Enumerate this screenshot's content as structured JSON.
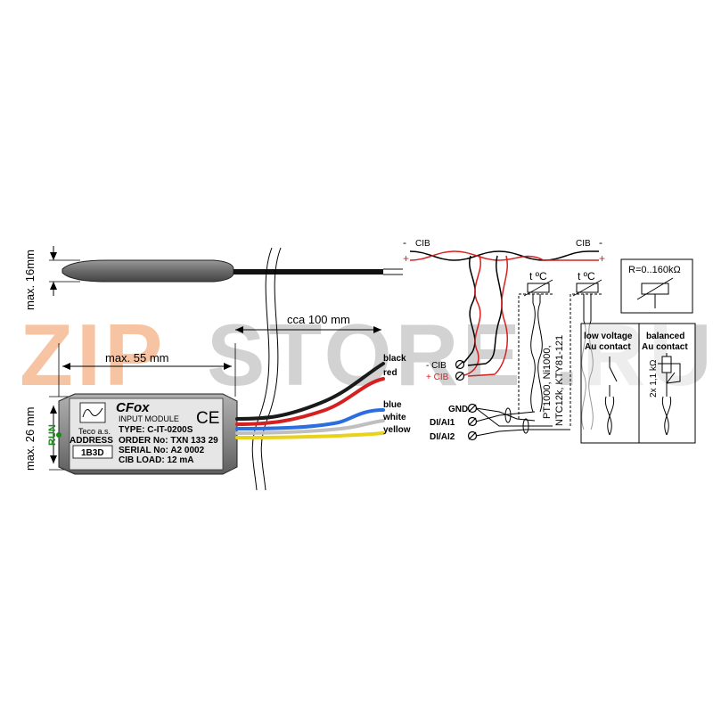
{
  "watermark": {
    "part1": "ZIP",
    "part2": "STORE",
    "part3": ".RU"
  },
  "dimensions": {
    "height_thin": "max. 16mm",
    "height_module": "max. 26 mm",
    "width_module": "max. 55 mm",
    "cable_length": "cca 100 mm"
  },
  "module": {
    "brand": "CFox",
    "subtitle": "INPUT   MODULE",
    "type": "TYPE: C-IT-0200S",
    "order": "ORDER No: TXN 133 29",
    "serial": "SERIAL No: A2 0002",
    "load": "CIB LOAD: 12 mA",
    "maker": "Teco a.s.",
    "address_label": "ADDRESS",
    "address_value": "1B3D",
    "run_label": "RUN",
    "ce_mark": "CE"
  },
  "wires": [
    "black",
    "red",
    "blue",
    "white",
    "yellow"
  ],
  "schematic": {
    "cib_left": "CIB",
    "cib_right": "CIB",
    "minus": "-",
    "plus": "+",
    "term_cib_minus": "- CIB",
    "term_cib_plus": "+ CIB",
    "gnd": "GND",
    "di_ai1": "DI/AI1",
    "di_ai2": "DI/AI2",
    "temp1": "t ºC",
    "temp2": "t ºC",
    "sensors_line1": "PT1000, Ni1000,",
    "sensors_line2": "NTC12k, KTY81-121",
    "resistance": "R=0..160kΩ",
    "lv_line1": "low voltage",
    "lv_line2": "Au contact",
    "bal_line1": "balanced",
    "bal_line2": "Au contact",
    "bal_value": "2x 1,1 kΩ"
  },
  "colors": {
    "module_body": "#8a8a8a",
    "label_bg": "#e6e6e6",
    "wire_black": "#1a1a1a",
    "wire_red": "#d42020",
    "wire_blue": "#2a6ee0",
    "wire_yellow": "#e8d21a",
    "watermark_orange": "#f4b183",
    "watermark_gray": "#c4c4c4",
    "run_green": "#1a8a1a"
  }
}
